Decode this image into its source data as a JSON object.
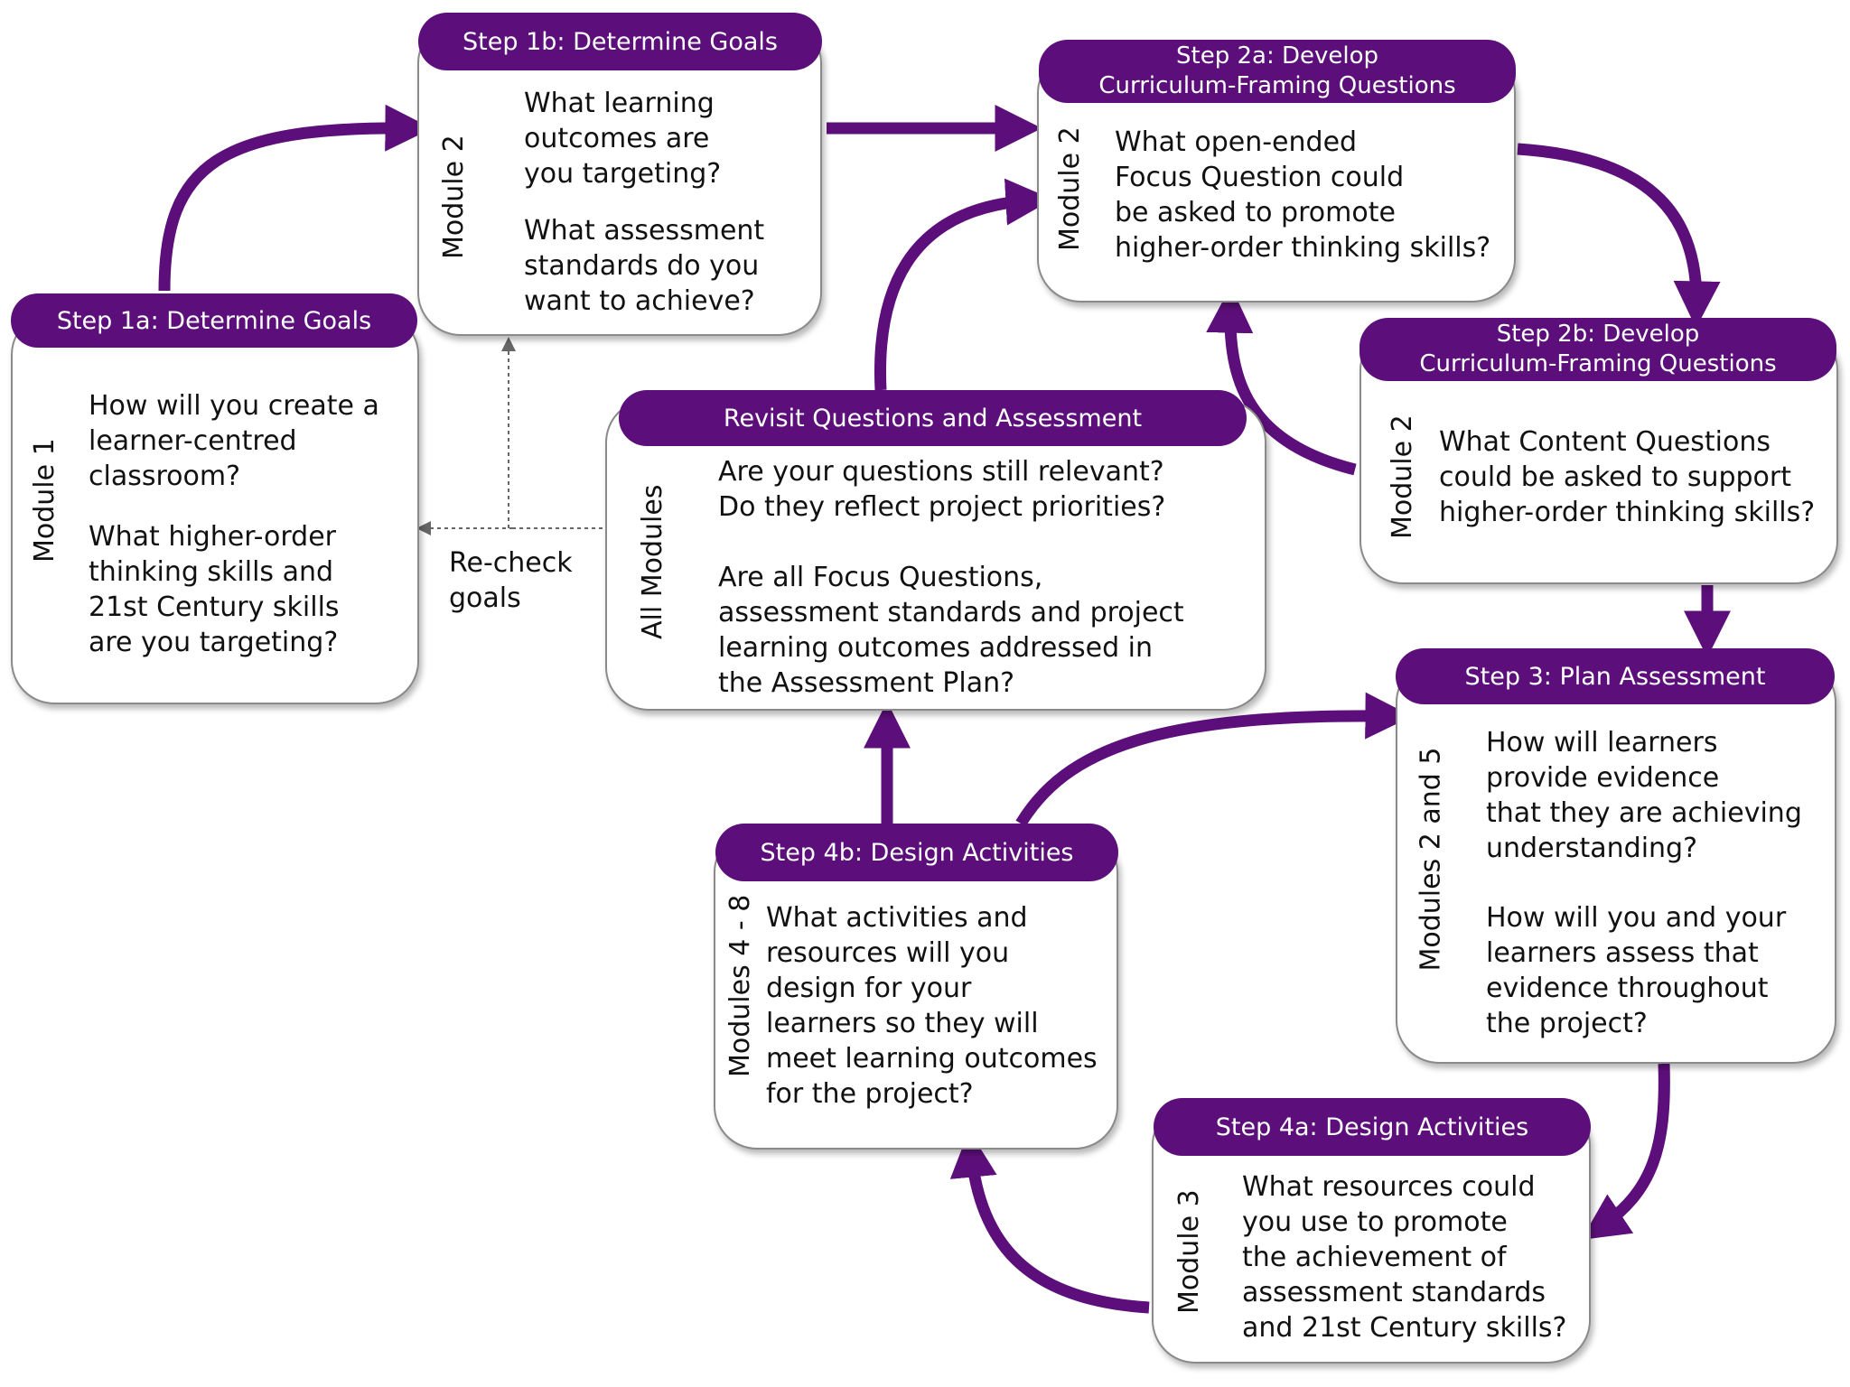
{
  "boxes": {
    "step1a": {
      "title": "Step 1a: Determine Goals",
      "module": "Module 1",
      "q1": "How will you create a\nlearner-centred\nclassroom?",
      "q2": "What higher-order\nthinking skills and\n21st Century skills\nare you targeting?"
    },
    "step1b": {
      "title": "Step 1b: Determine Goals",
      "module": "Module 2",
      "q1": "What learning\noutcomes are\nyou targeting?",
      "q2": "What assessment\nstandards do you\nwant to achieve?"
    },
    "step2a": {
      "title": "Step 2a: Develop\nCurriculum-Framing Questions",
      "module": "Module 2",
      "q1": "What open-ended\nFocus Question could\nbe asked to promote\nhigher-order thinking skills?"
    },
    "step2b": {
      "title": "Step 2b: Develop\nCurriculum-Framing Questions",
      "module": "Module 2",
      "q1": "What Content Questions\ncould be asked to support\nhigher-order thinking skills?"
    },
    "revisit": {
      "title": "Revisit Questions and Assessment",
      "module": "All Modules",
      "q1": "Are your questions still relevant?\nDo they reflect project priorities?",
      "q2": "Are all Focus Questions,\nassessment standards and project\nlearning outcomes addressed in\nthe Assessment Plan?"
    },
    "step3": {
      "title": "Step 3: Plan Assessment",
      "module": "Modules 2 and 5",
      "q1": "How will learners\nprovide evidence\nthat they are achieving\nunderstanding?",
      "q2": "How will you and your\nlearners assess that\nevidence throughout\nthe project?"
    },
    "step4a": {
      "title": "Step 4a: Design Activities",
      "module": "Module 3",
      "q1": "What resources could\nyou use to promote\nthe achievement of\nassessment standards\nand 21st Century skills?"
    },
    "step4b": {
      "title": "Step 4b: Design Activities",
      "module": "Modules 4 - 8",
      "q1": "What activities and\nresources will you\ndesign for your\nlearners so they will\nmeet learning outcomes\nfor the project?"
    }
  },
  "recheck_label": "Re-check\ngoals",
  "colors": {
    "header": "#5c0f7a",
    "arrow": "#5c0f7a",
    "border": "#8a8a8a",
    "dotted": "#666666"
  }
}
